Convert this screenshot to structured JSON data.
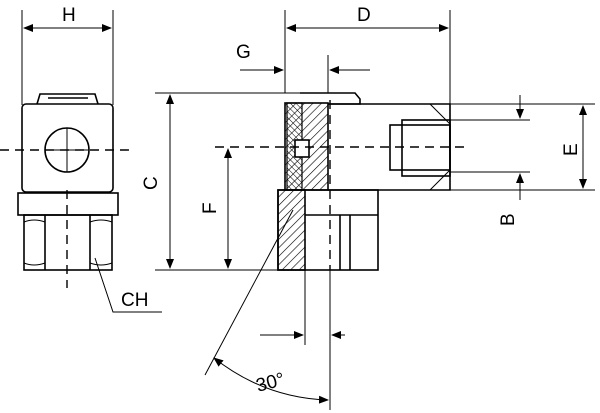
{
  "labels": {
    "H": "H",
    "D": "D",
    "G": "G",
    "C": "C",
    "F": "F",
    "E": "E",
    "B": "B",
    "CH": "CH",
    "angle": "30°"
  }
}
